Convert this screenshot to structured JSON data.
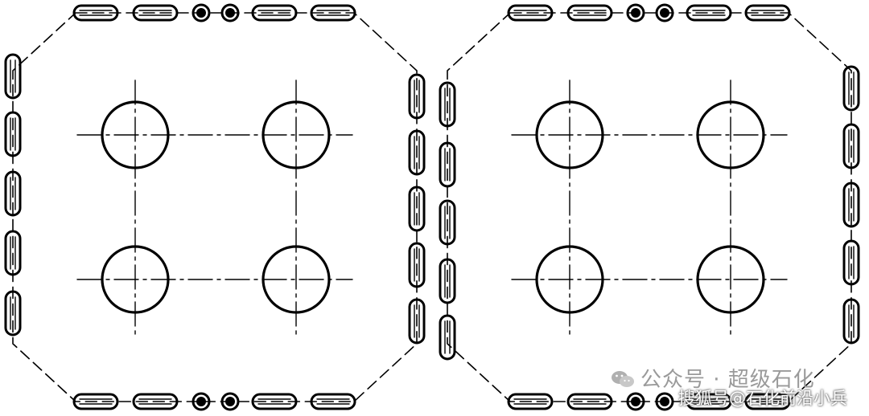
{
  "figure": {
    "panels": [
      "left-plate",
      "right-plate"
    ],
    "main_holes_per_plate": 4,
    "stroke": "#000000",
    "background": "#ffffff"
  },
  "watermarks": {
    "wechat": "公众号 · 超级石化",
    "sohu": "搜狐号@石化前沿小兵",
    "wechat_icon": "wechat-icon"
  },
  "colors": {
    "watermark_gray": "#9a9a9a"
  }
}
